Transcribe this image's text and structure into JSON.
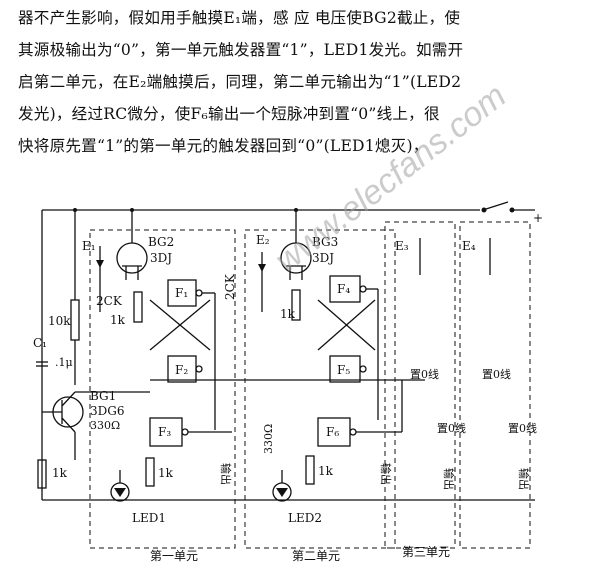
{
  "text": {
    "line1": "器不产生影响，假如用手触摸E₁端，感 应 电压使BG2截止，使",
    "line2": "其源极输出为“0”，第一单元触发器置“1”，LED1发光。如需开",
    "line3": "启第二单元，在E₂端触摸后，同理，第二单元输出为“1”(LED2",
    "line4": "发光)，经过RC微分，使F₆输出一个短脉冲到置“0”线上，很",
    "line5": "快将原先置“1”的第一单元的触发器回到“0”(LED1熄灭)，"
  },
  "watermark": "www.elecfans.com",
  "labels": {
    "plus": "+",
    "e1": "E₁",
    "bg2": "BG2",
    "dj3a": "3DJ",
    "ck2": "2CK",
    "r1k_a": "1k",
    "r10k": "10k",
    "c1": "C₁",
    "c1v": ".1μ",
    "f1": "F₁",
    "f2": "F₂",
    "f3": "F₃",
    "bg1": "BG1",
    "dg6": "3DG6",
    "r330": "330Ω",
    "r1k_b": "1k",
    "r1k_c": "1k",
    "led1": "LED1",
    "e2": "E₂",
    "ck2b": "2CK",
    "bg3": "BG3",
    "dj3b": "3DJ",
    "r1k_d": "1k",
    "f4": "F₄",
    "f5": "F₅",
    "f6": "F₆",
    "r330b": "330Ω",
    "r1k_e": "1k",
    "led2": "LED2",
    "e3": "E₃",
    "e4": "E₄",
    "zero1": "置0线",
    "zero2": "置0线",
    "zero3": "置0线",
    "zero4": "置0线",
    "out1": "输出",
    "out2": "输出",
    "out3": "输出",
    "out4": "输出",
    "unit1": "第一单元",
    "unit2": "第二单元",
    "unit3": "第三单元"
  }
}
